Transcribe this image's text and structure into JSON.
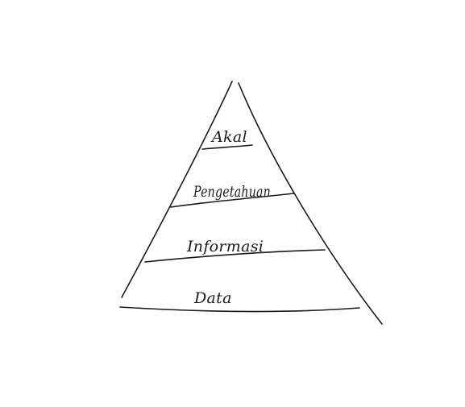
{
  "diagram": {
    "tiers": [
      {
        "label": "Data"
      },
      {
        "label": "Informasi"
      },
      {
        "label": "Pengetahuan"
      },
      {
        "label": "Akal"
      }
    ]
  },
  "style": {
    "ink": "#1a1a1a",
    "background": "#ffffff"
  }
}
